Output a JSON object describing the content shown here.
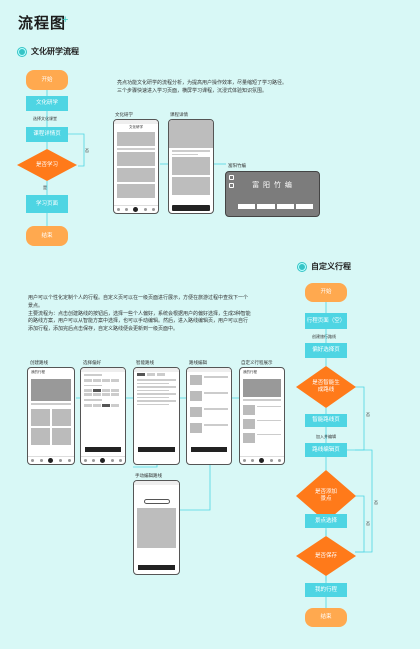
{
  "header": {
    "title": "流程图",
    "plus": "+"
  },
  "section1": {
    "title": "文化研学流程",
    "flow": {
      "start": "开始",
      "study": "文化研学",
      "label_select": "选择文化课堂",
      "course_detail": "课程详情页",
      "decision": "是否学习",
      "yes": "是",
      "no": "否",
      "learn_page": "学习页面",
      "end": "结束"
    },
    "description": [
      "亮点功能文化研学的流程分析，为提高用户操作效率，尽量缩短了学习路径。",
      "三个步骤快速进入学习页面，横屏学习课程，沉浸式体验知识氛围。"
    ],
    "screens": {
      "s1": "文化研学",
      "s2": "课程详情",
      "s3": "富阳竹编",
      "s3_content": "富 阳 竹 编"
    }
  },
  "section2": {
    "title": "自定义行程",
    "description": [
      "用户可以个性化定制个人的行程。自定义页可以在一级页面进行展示，方便在旅游过程中查找下一个",
      "景点。",
      "主要流程为：点击创建路线的按钮后，选择一些个人偏好，系统会根据用户的偏好选择，生成3种智能",
      "的路线方案，用户可以从智能方案中选择，也可以手动编辑。然后，进入路线编辑页，用户可以自行",
      "添加行程，添加完后点击保存，自定义路线便会更新到一级页面中。"
    ],
    "screens": {
      "p1": "创建路线",
      "p2": "选择偏好",
      "p3": "智能路线",
      "p4": "路线编辑",
      "p5": "自定义行程展示",
      "p6": "手动编辑路线",
      "p1_header": "我的行程"
    },
    "flow": {
      "start": "开始",
      "itinerary": "行程页面（空）",
      "label_create": "创建旅行路线",
      "pref": "偏好选择页",
      "d1": "是否智能生成路线",
      "smart": "智能路线页",
      "label_add": "加入并编辑",
      "edit": "路线编辑页",
      "d2": "是否添加景点",
      "spot": "景点选择",
      "d3": "是否保存",
      "my": "我的行程",
      "end": "结束",
      "yes": "是",
      "no": "否"
    }
  },
  "colors": {
    "orange": "#ffa94f",
    "teal": "#4ed5e3",
    "diamond": "#ff7a1a",
    "bg": "#d8f8f6"
  }
}
